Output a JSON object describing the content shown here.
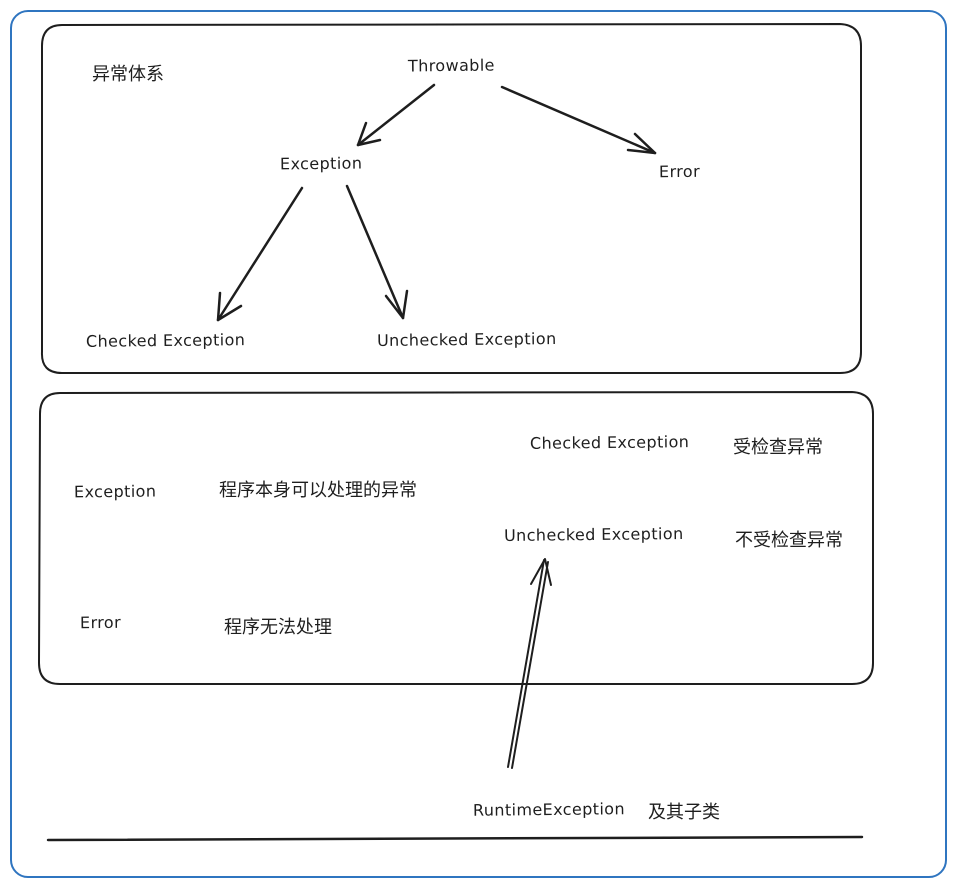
{
  "diagram": {
    "hierarchy": {
      "title": "异常体系",
      "root": "Throwable",
      "exception": "Exception",
      "error": "Error",
      "checked": "Checked Exception",
      "unchecked": "Unchecked Exception"
    },
    "legend": {
      "exception_term": "Exception",
      "exception_desc": "程序本身可以处理的异常",
      "error_term": "Error",
      "error_desc": "程序无法处理",
      "checked_term": "Checked Exception",
      "checked_desc": "受检查异常",
      "unchecked_term": "Unchecked Exception",
      "unchecked_desc": "不受检查异常"
    },
    "runtime": {
      "term": "RuntimeException",
      "desc": "及其子类"
    }
  },
  "colors": {
    "frame": "#2f75c0",
    "stroke": "#1e1e1e"
  }
}
